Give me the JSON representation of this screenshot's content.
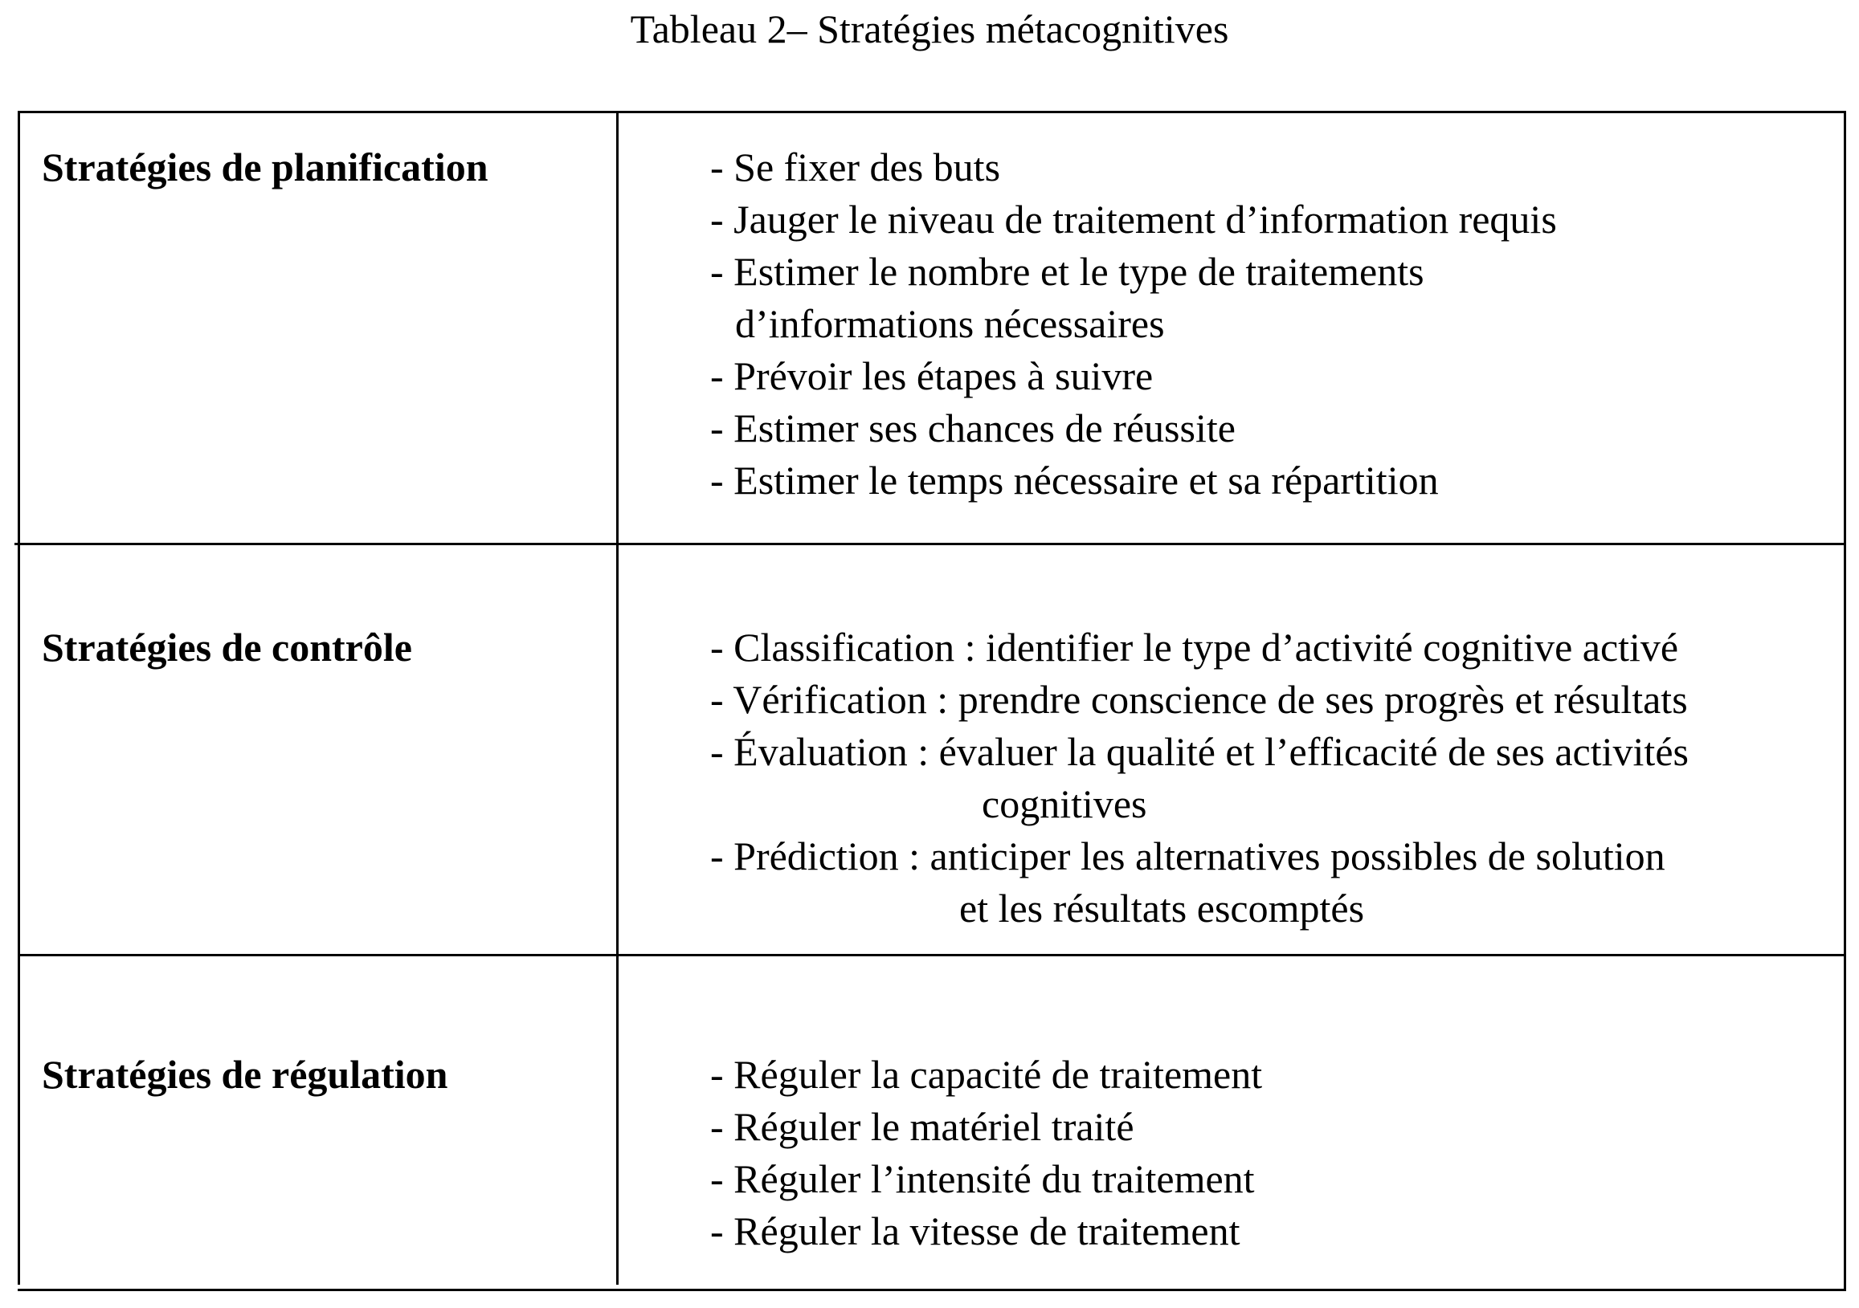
{
  "caption": "Tableau 2– Stratégies métacognitives",
  "rows": [
    {
      "label": "Stratégies de planification",
      "items": [
        "- Se fixer des buts",
        "- Jauger le niveau de traitement d’information requis",
        "- Estimer le nombre et le type de traitements",
        "d’informations nécessaires",
        "- Prévoir les étapes à suivre",
        "- Estimer ses chances de réussite",
        "- Estimer le temps nécessaire et sa répartition"
      ]
    },
    {
      "label": "Stratégies de contrôle",
      "items": [
        "- Classification : identifier le type d’activité cognitive activé",
        "- Vérification : prendre conscience de ses progrès et résultats",
        "- Évaluation : évaluer la qualité et l’efficacité de ses activités",
        "cognitives",
        "- Prédiction : anticiper les alternatives possibles de solution",
        "et les résultats escomptés"
      ]
    },
    {
      "label": "Stratégies de régulation",
      "items": [
        "- Réguler la capacité de traitement",
        "- Réguler le matériel traité",
        "- Réguler l’intensité du traitement",
        "- Réguler la vitesse de traitement"
      ]
    }
  ]
}
